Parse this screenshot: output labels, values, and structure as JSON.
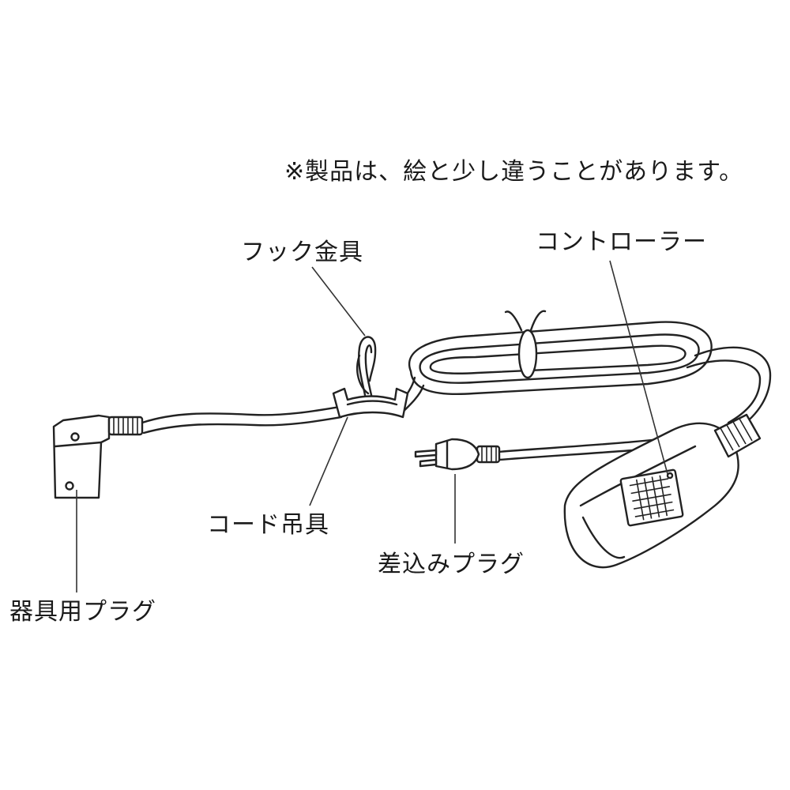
{
  "note": "※製品は、絵と少し違うことがあります。",
  "labels": {
    "hook": "フック金具",
    "controller": "コントローラー",
    "cord_hanger": "コード吊具",
    "plug": "差込みプラグ",
    "appliance_plug": "器具用プラグ"
  }
}
